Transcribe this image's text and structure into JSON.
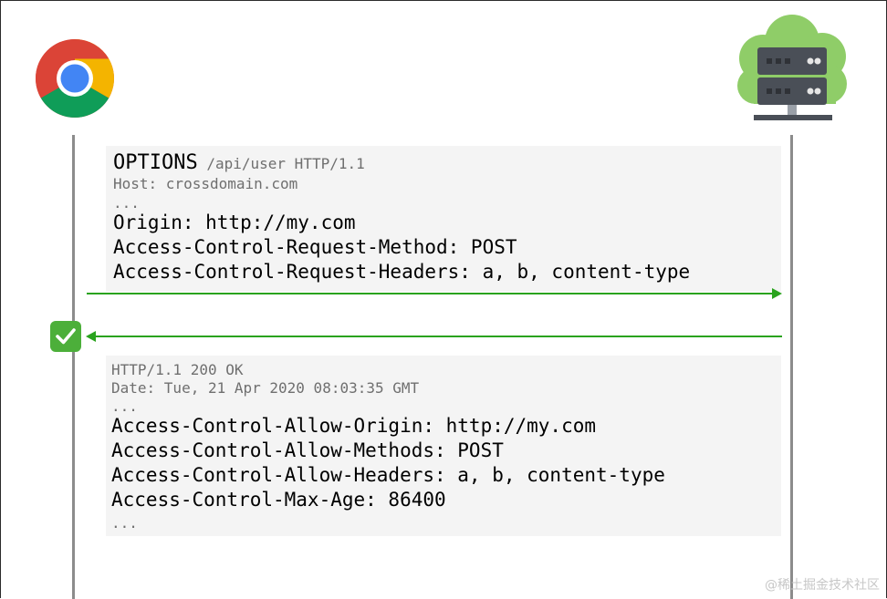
{
  "request": {
    "method": "OPTIONS",
    "request_line": " /api/user HTTP/1.1",
    "host": "Host: crossdomain.com",
    "ellipsis": "...",
    "origin": "Origin: http://my.com",
    "acr_method": "Access-Control-Request-Method: POST",
    "acr_headers": "Access-Control-Request-Headers: a, b, content-type"
  },
  "response": {
    "status": "HTTP/1.1 200 OK",
    "date": "Date: Tue, 21 Apr 2020 08:03:35 GMT",
    "ellipsis_top": "...",
    "allow_origin": "Access-Control-Allow-Origin: http://my.com",
    "allow_methods": "Access-Control-Allow-Methods: POST",
    "allow_headers": "Access-Control-Allow-Headers: a, b, content-type",
    "max_age": "Access-Control-Max-Age: 86400",
    "ellipsis_bottom": "..."
  },
  "watermark": "@稀土掘金技术社区",
  "icons": {
    "browser": "chrome-logo-icon",
    "server": "cloud-server-icon",
    "check": "check-badge-icon"
  },
  "colors": {
    "arrow": "#2aa31e",
    "lifeline": "#8c8c8c",
    "box": "#f4f4f4",
    "check": "#4caf3a",
    "cloud": "#8fcd68"
  }
}
